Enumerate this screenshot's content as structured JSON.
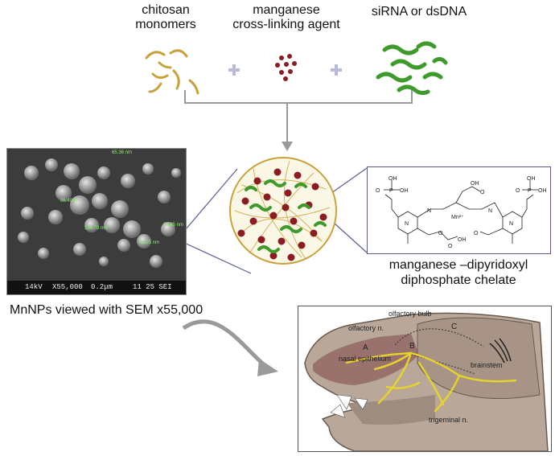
{
  "labels": {
    "chitosan": "chitosan\nmonomers",
    "manganese": "manganese\ncross-linking agent",
    "sirna": "siRNA or dsDNA",
    "chelate": "manganese –dipyridoxyl\ndiphosphate chelate",
    "sem": "MnNPs viewed with SEM x55,000"
  },
  "sem_bar": {
    "kv": "14kV",
    "mag": "X55,000",
    "scale": "0.2μm",
    "code": "11 25 SEI"
  },
  "sem_measurements": [
    "65.36 nm",
    "96.49 nm",
    "104.70 nm",
    "93.85 nm",
    "25.25 nm"
  ],
  "chem": {
    "oh": "OH",
    "o": "O",
    "p": "P",
    "n": "N",
    "mn": "Mn²⁺"
  },
  "mouse_labels": {
    "olfactory_bulb": "olfactory bulb",
    "olfactory_n": "olfactory n.",
    "a": "A",
    "b": "B",
    "c": "C",
    "nasal_epithelium": "nasal epithelium",
    "brainstem": "brainstem",
    "trigeminal": "trigeminal n."
  },
  "colors": {
    "chitosan": "#c8a33a",
    "manganese": "#8b1c22",
    "dna": "#3f9a2c",
    "plus": "#b9b9d9",
    "connector": "#9a9a9a",
    "nerve": "#e6d42b"
  }
}
